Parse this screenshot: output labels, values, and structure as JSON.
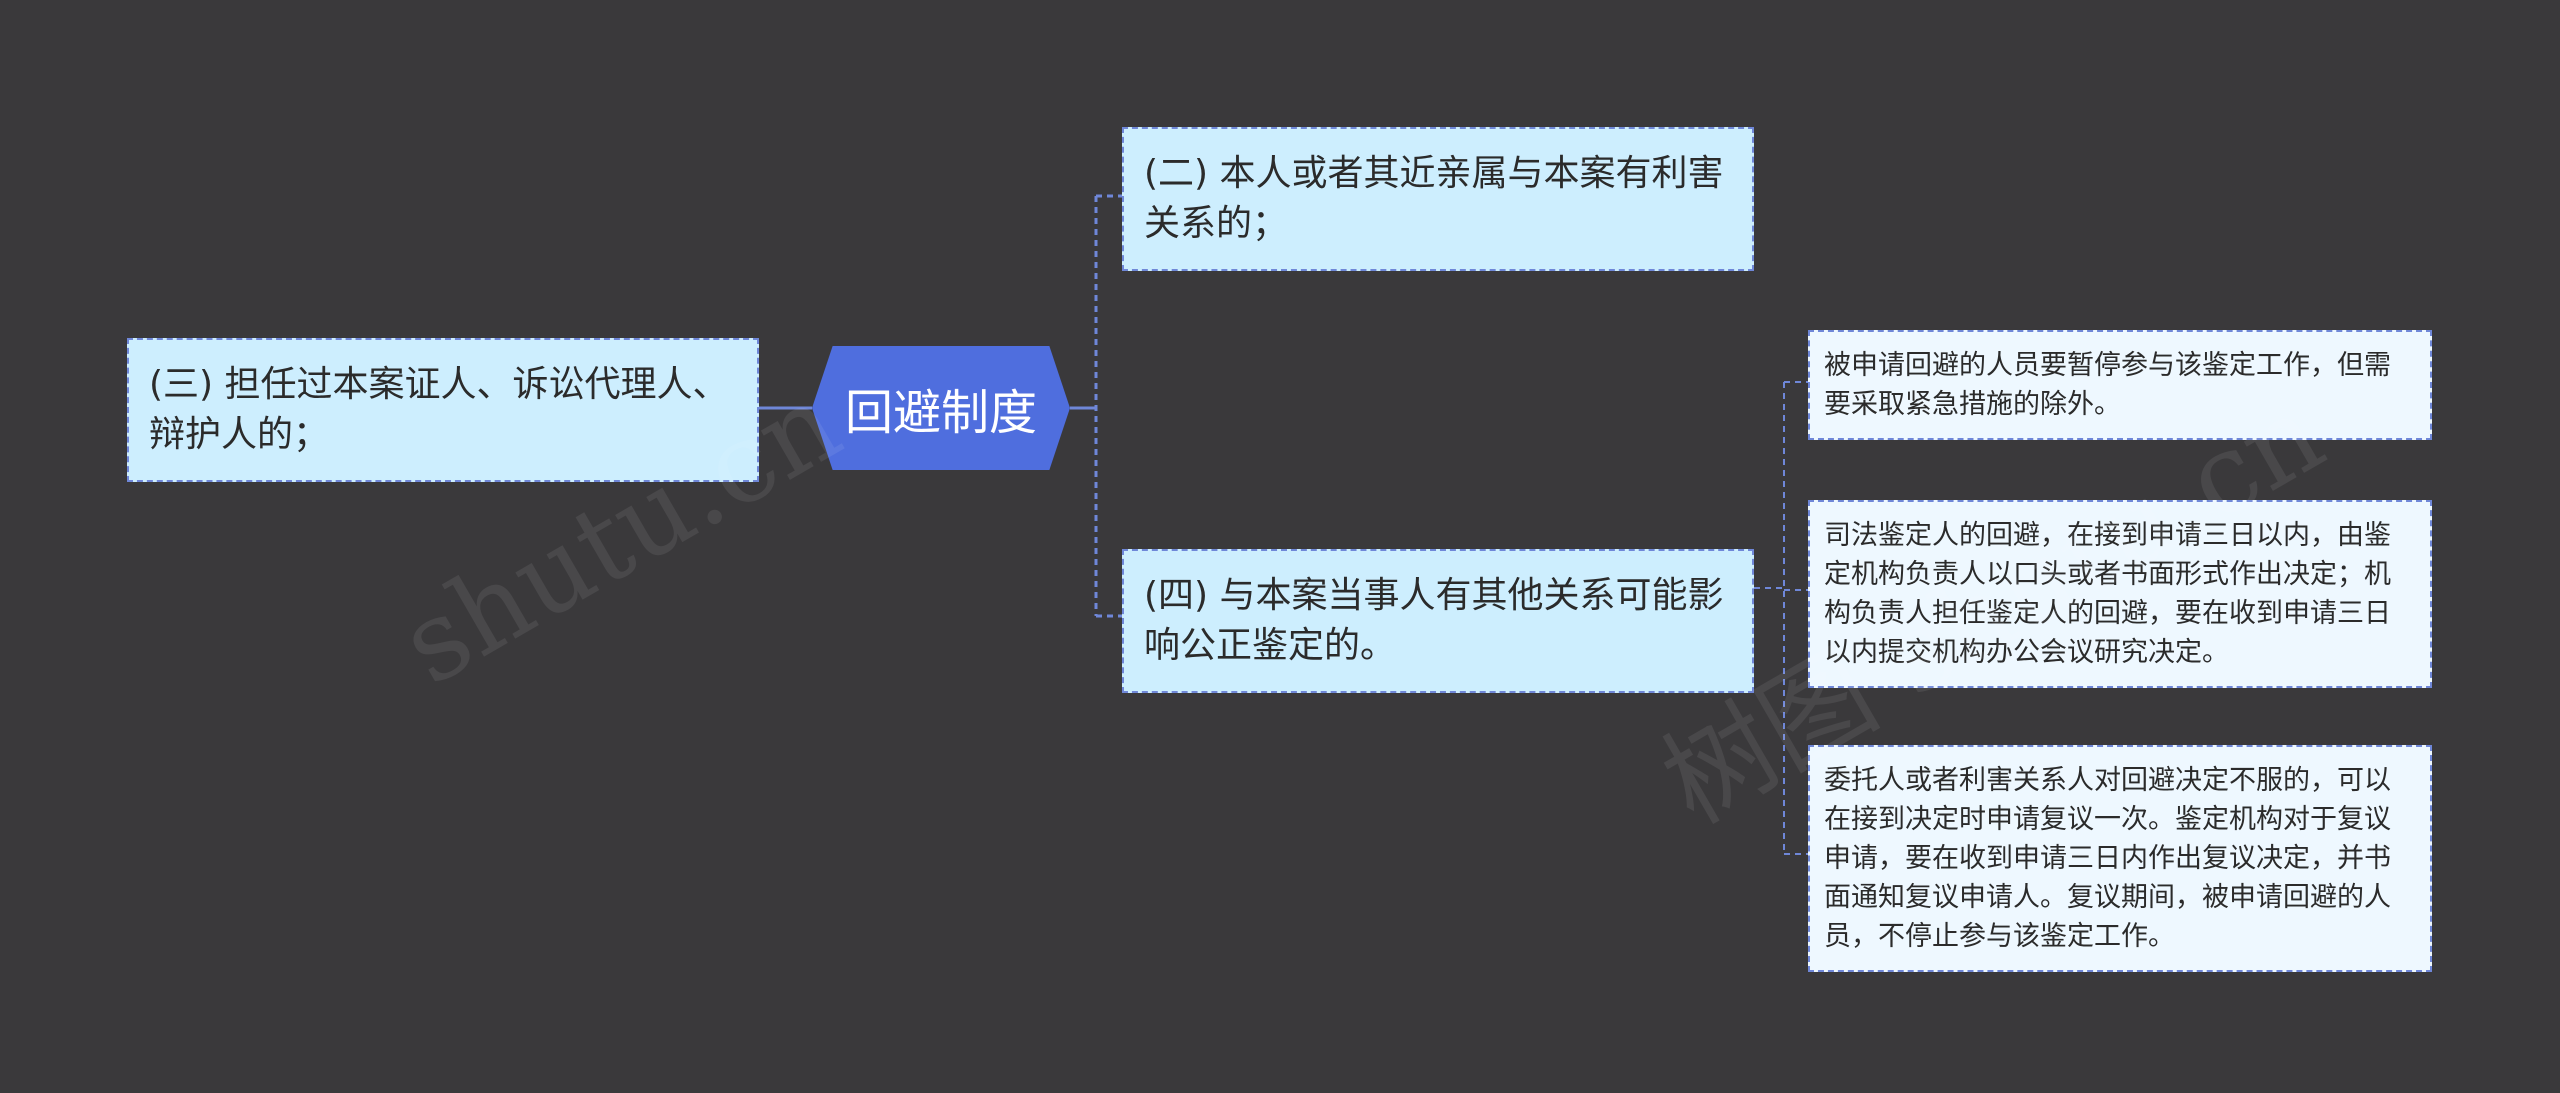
{
  "central": {
    "label": "回避制度"
  },
  "branches": {
    "b2": {
      "text": "(二) 本人或者其近亲属与本案有利害关系的；"
    },
    "b3": {
      "text": "(三) 担任过本案证人、诉讼代理人、辩护人的；"
    },
    "b4": {
      "text": "(四) 与本案当事人有其他关系可能影响公正鉴定的。",
      "children": [
        "被申请回避的人员要暂停参与该鉴定工作，但需要采取紧急措施的除外。",
        "司法鉴定人的回避，在接到申请三日以内，由鉴定机构负责人以口头或者书面形式作出决定；机构负责人担任鉴定人的回避，要在收到申请三日以内提交机构办公会议研究决定。",
        "委托人或者利害关系人对回避决定不服的，可以在接到决定时申请复议一次。鉴定机构对于复议申请，要在收到申请三日内作出复议决定，并书面通知复议申请人。复议期间，被申请回避的人员，不停止参与该鉴定工作。"
      ]
    }
  },
  "colors": {
    "background": "#3a393b",
    "central": "#4f6ede",
    "node": "#cdeefe",
    "leaf": "#eef8ff",
    "line": "#6f87d8"
  }
}
